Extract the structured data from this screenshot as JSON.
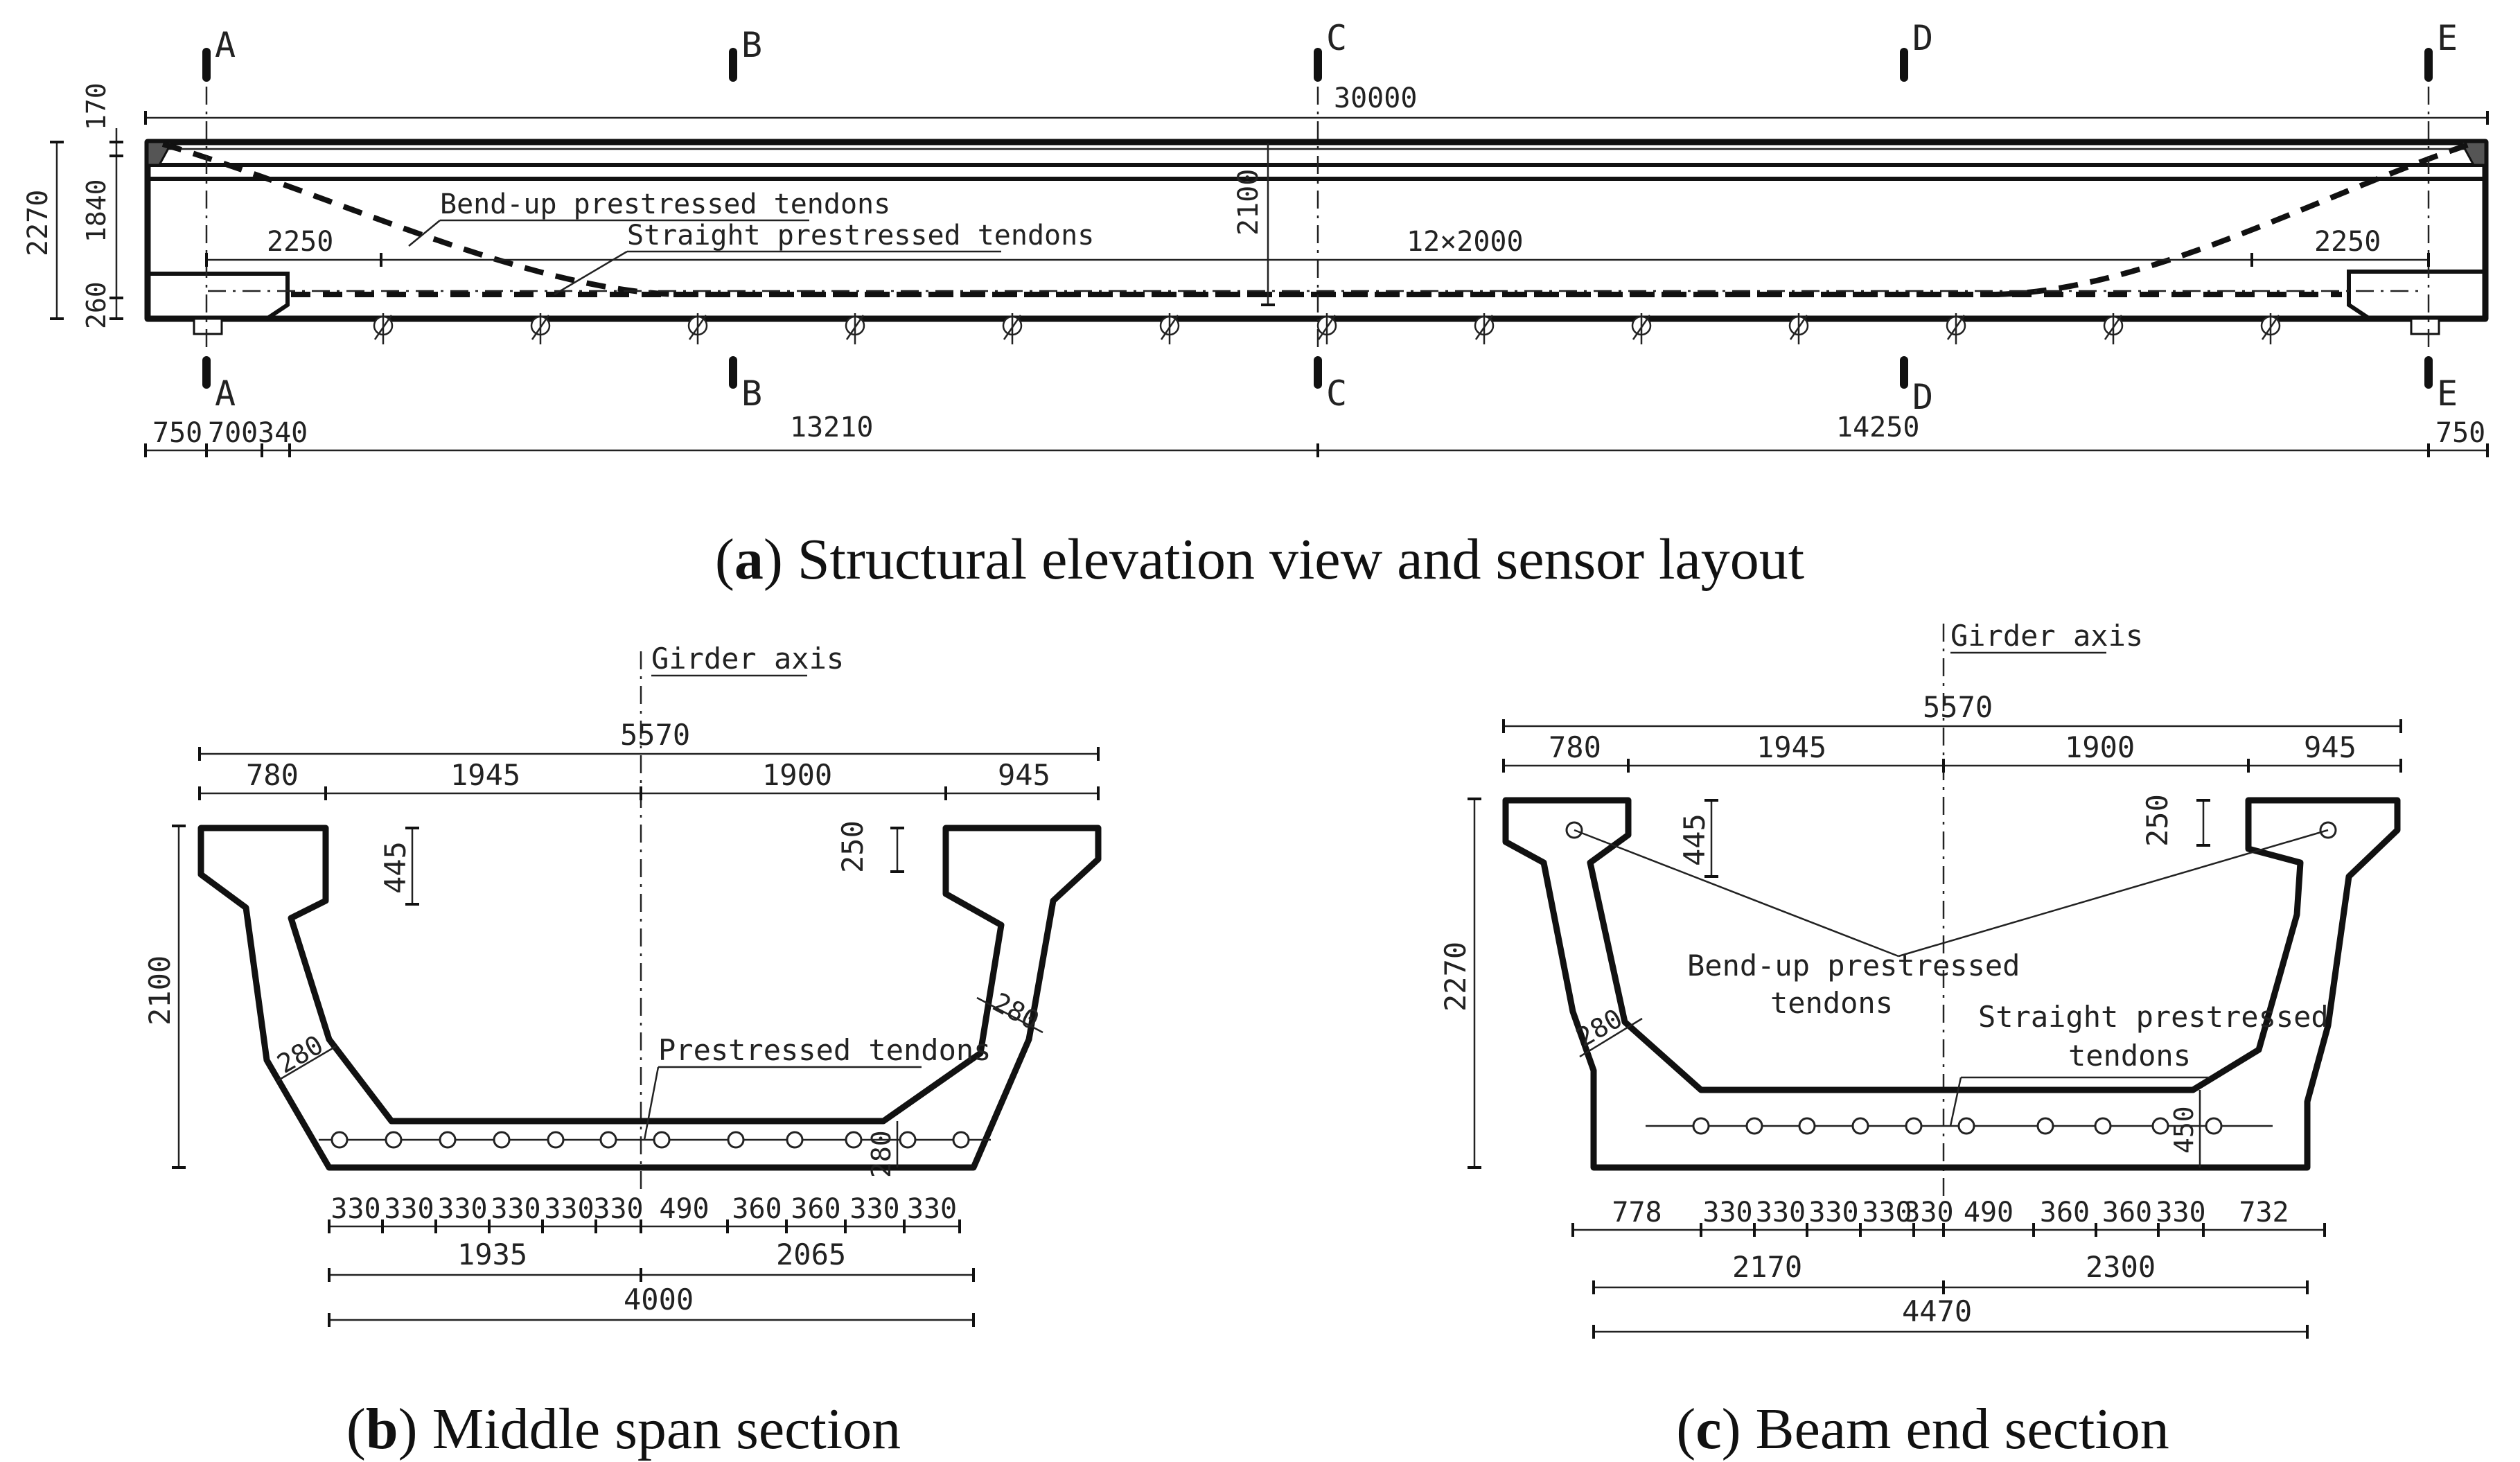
{
  "elevation": {
    "caption_letter": "a",
    "caption_text": "Structural elevation view and sensor layout",
    "section_labels": [
      "A",
      "B",
      "C",
      "D",
      "E"
    ],
    "dims": {
      "total_length": "30000",
      "left_bearing_cap": "2250",
      "right_bearing_cap": "2250",
      "sensor_spacing": "12×2000",
      "height_total": "2270",
      "height_top": "170",
      "height_web": "1840",
      "height_bottom": "260",
      "height_mid": "2100",
      "bottom_1": "750",
      "bottom_2": "700",
      "bottom_3": "340",
      "bottom_4": "13210",
      "bottom_5": "14250",
      "bottom_6": "750"
    },
    "labels": {
      "bendup": "Bend-up prestressed tendons",
      "straight": "Straight prestressed tendons"
    },
    "sensor_count": 13
  },
  "midspan": {
    "caption_letter": "b",
    "caption_text": "Middle span section",
    "girder_axis": "Girder axis",
    "top_total": "5570",
    "top_parts": [
      "780",
      "1945",
      "1900",
      "945"
    ],
    "height": "2100",
    "flange_left": "445",
    "flange_right": "250",
    "web_left": "280",
    "web_right": "280",
    "bottom_slab": "280",
    "tendons_label": "Prestressed tendons",
    "bottom_parts": [
      "330",
      "330",
      "330",
      "330",
      "330",
      "330",
      "490",
      "360",
      "360",
      "330",
      "330"
    ],
    "half_left": "1935",
    "half_right": "2065",
    "bottom_total": "4000"
  },
  "beamend": {
    "caption_letter": "c",
    "caption_text": "Beam end section",
    "girder_axis": "Girder axis",
    "top_total": "5570",
    "top_parts": [
      "780",
      "1945",
      "1900",
      "945"
    ],
    "height": "2270",
    "flange_left": "445",
    "flange_right": "250",
    "web_left": "280",
    "bottom_slab": "450",
    "bendup_label_1": "Bend-up prestressed",
    "bendup_label_2": "tendons",
    "straight_label_1": "Straight prestressed",
    "straight_label_2": "tendons",
    "bottom_parts": [
      "778",
      "330",
      "330",
      "330",
      "330",
      "330",
      "490",
      "360",
      "360",
      "330",
      "732"
    ],
    "half_left": "2170",
    "half_right": "2300",
    "bottom_total": "4470"
  }
}
